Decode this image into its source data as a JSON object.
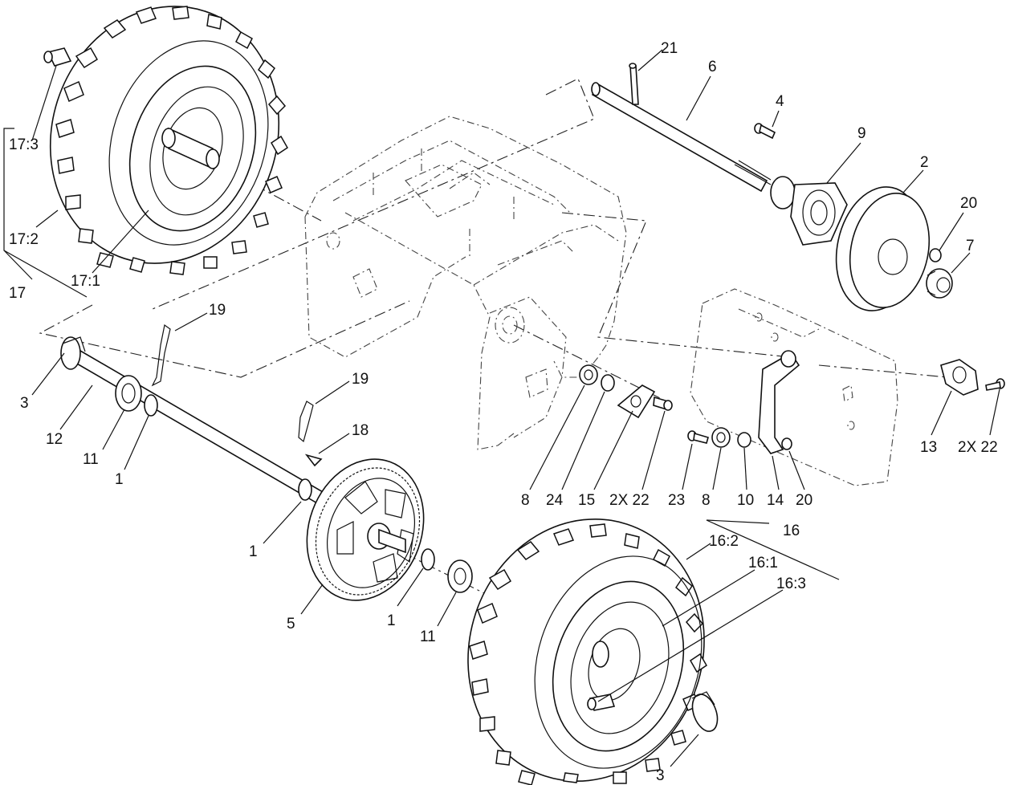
{
  "labels": {
    "l21": "21",
    "l6": "6",
    "l4": "4",
    "l9": "9",
    "l2": "2",
    "l20a": "20",
    "l7": "7",
    "l17_3": "17:3",
    "l17_2": "17:2",
    "l17_1": "17:1",
    "l17": "17",
    "l19a": "19",
    "l19b": "19",
    "l18": "18",
    "l3a": "3",
    "l12": "12",
    "l11a": "11",
    "l1a": "1",
    "l1b": "1",
    "l5": "5",
    "l1c": "1",
    "l11b": "11",
    "l8a": "8",
    "l24": "24",
    "l15": "15",
    "l22a": "2X 22",
    "l23": "23",
    "l8b": "8",
    "l10": "10",
    "l14": "14",
    "l20b": "20",
    "l13": "13",
    "l22b": "2X 22",
    "l16": "16",
    "l16_2": "16:2",
    "l16_1": "16:1",
    "l16_3": "16:3",
    "l3b": "3"
  }
}
